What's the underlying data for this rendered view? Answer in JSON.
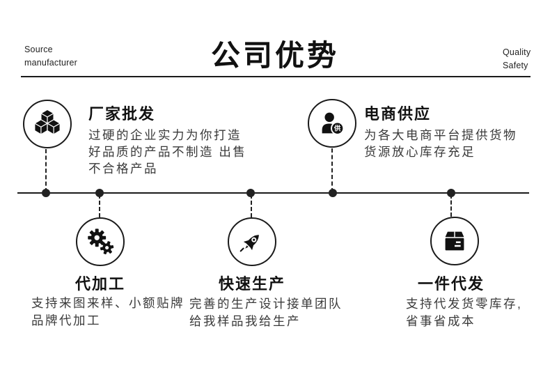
{
  "page": {
    "background": "#ffffff",
    "ink": "#111111",
    "body_text_color": "#3a3a3a"
  },
  "header": {
    "left_label": {
      "line1": "Source",
      "line2": "manufacturer"
    },
    "title": "公司优势",
    "right_label": {
      "line1": "Quality",
      "line2": "Safety"
    }
  },
  "items": [
    {
      "id": "factory-wholesale",
      "icon": "cubes-icon",
      "title": "厂家批发",
      "lines": [
        "过硬的企业实力为你打造",
        "好品质的产品不制造 出售",
        "不合格产品"
      ]
    },
    {
      "id": "ecommerce-supply",
      "icon": "person-supply-icon",
      "badge": "供",
      "title": "电商供应",
      "lines": [
        "为各大电商平台提供货物",
        "货源放心库存充足"
      ]
    },
    {
      "id": "oem-processing",
      "icon": "gears-icon",
      "title": "代加工",
      "lines": [
        "支持来图来样、小额贴牌",
        "品牌代加工"
      ]
    },
    {
      "id": "fast-production",
      "icon": "rocket-icon",
      "title": "快速生产",
      "lines": [
        "完善的生产设计接单团队",
        "给我样品我给生产"
      ]
    },
    {
      "id": "dropshipping",
      "icon": "box-icon",
      "title": "一件代发",
      "lines": [
        "支持代发货零库存,",
        "省事省成本"
      ]
    }
  ]
}
